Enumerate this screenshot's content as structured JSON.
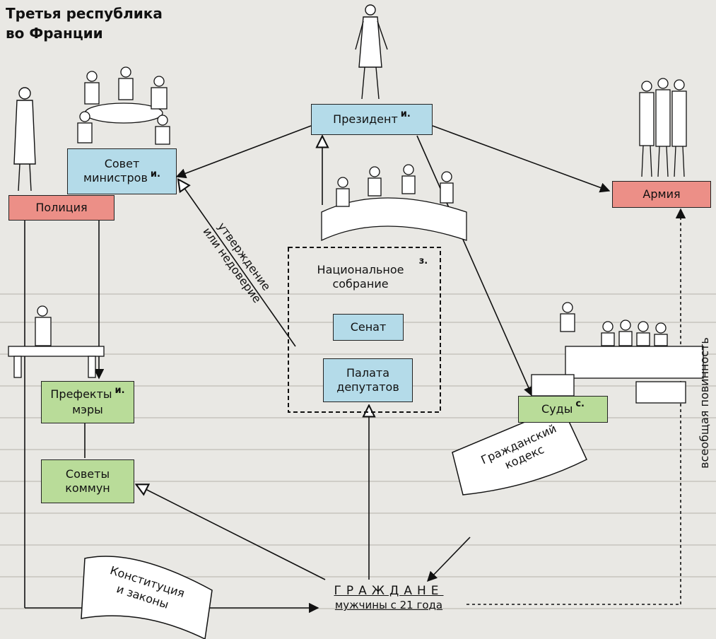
{
  "title": {
    "line1": "Третья республика",
    "line2": "во Франции"
  },
  "nodes": {
    "president": {
      "label": "Президент",
      "mark": "и."
    },
    "council": {
      "line1": "Совет",
      "line2": "министров",
      "mark": "и."
    },
    "police": {
      "label": "Полиция"
    },
    "army": {
      "label": "Армия"
    },
    "assembly": {
      "line1": "Национальное",
      "line2": "собрание",
      "mark": "з."
    },
    "senate": {
      "label": "Сенат"
    },
    "chamber": {
      "line1": "Палата",
      "line2": "депутатов"
    },
    "prefects": {
      "line1": "Префекты",
      "line2": "мэры",
      "mark": "и."
    },
    "communes": {
      "line1": "Советы",
      "line2": "коммун"
    },
    "courts": {
      "label": "Суды",
      "mark": "с."
    },
    "civil_code": {
      "line1": "Гражданский",
      "line2": "кодекс"
    },
    "constitution": {
      "line1": "Конституция",
      "line2": "и законы"
    },
    "citizens": {
      "line1": "ГРАЖДАНЕ",
      "line2": "мужчины с 21 года"
    }
  },
  "edge_labels": {
    "approval_line1": "утверждение",
    "approval_line2": "или недоверие",
    "conscription": "всеобщая повинность"
  },
  "colors": {
    "executive": "#b4dbe9",
    "force": "#ec8f87",
    "local": "#b9dc99"
  }
}
